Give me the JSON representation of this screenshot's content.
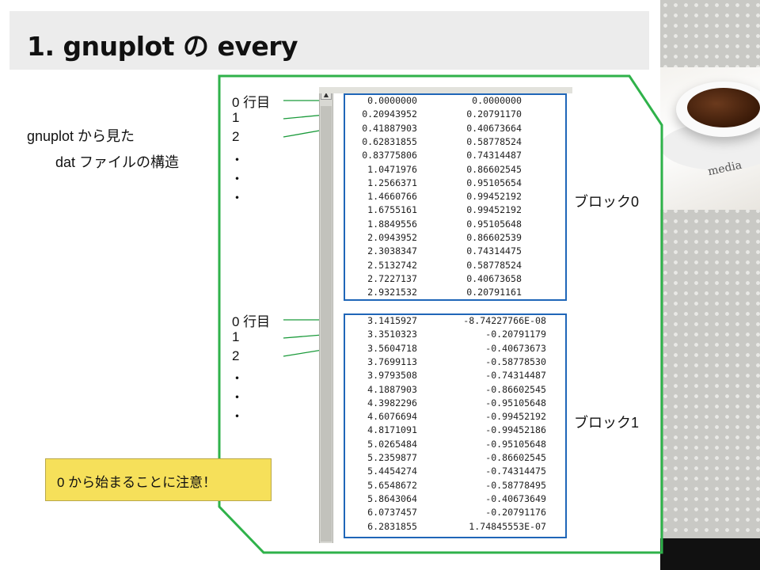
{
  "title": "1. gnuplot の every",
  "side_text": {
    "line1": "gnuplot から見た",
    "line2": "dat ファイルの構造"
  },
  "row_labels_0": [
    "0 行目",
    "1",
    "2"
  ],
  "row_labels_1": [
    "0 行目",
    "1",
    "2"
  ],
  "dots": [
    "・",
    "・",
    "・"
  ],
  "block_labels": {
    "block0": "ブロック0",
    "block1": "ブロック1"
  },
  "note": "0 から始まることに注意！",
  "deco_text": "media",
  "colors": {
    "frame": "#2fb24a",
    "block_border": "#1f66b8",
    "arrow": "#1a9a3a",
    "note_bg": "#f6e05a"
  },
  "block0_rows": [
    [
      "0.0000000",
      "0.0000000"
    ],
    [
      "0.20943952",
      "0.20791170"
    ],
    [
      "0.41887903",
      "0.40673664"
    ],
    [
      "0.62831855",
      "0.58778524"
    ],
    [
      "0.83775806",
      "0.74314487"
    ],
    [
      "1.0471976",
      "0.86602545"
    ],
    [
      "1.2566371",
      "0.95105654"
    ],
    [
      "1.4660766",
      "0.99452192"
    ],
    [
      "1.6755161",
      "0.99452192"
    ],
    [
      "1.8849556",
      "0.95105648"
    ],
    [
      "2.0943952",
      "0.86602539"
    ],
    [
      "2.3038347",
      "0.74314475"
    ],
    [
      "2.5132742",
      "0.58778524"
    ],
    [
      "2.7227137",
      "0.40673658"
    ],
    [
      "2.9321532",
      "0.20791161"
    ]
  ],
  "block1_rows": [
    [
      "3.1415927",
      "-8.74227766E-08"
    ],
    [
      "3.3510323",
      "-0.20791179"
    ],
    [
      "3.5604718",
      "-0.40673673"
    ],
    [
      "3.7699113",
      "-0.58778530"
    ],
    [
      "3.9793508",
      "-0.74314487"
    ],
    [
      "4.1887903",
      "-0.86602545"
    ],
    [
      "4.3982296",
      "-0.95105648"
    ],
    [
      "4.6076694",
      "-0.99452192"
    ],
    [
      "4.8171091",
      "-0.99452186"
    ],
    [
      "5.0265484",
      "-0.95105648"
    ],
    [
      "5.2359877",
      "-0.86602545"
    ],
    [
      "5.4454274",
      "-0.74314475"
    ],
    [
      "5.6548672",
      "-0.58778495"
    ],
    [
      "5.8643064",
      "-0.40673649"
    ],
    [
      "6.0737457",
      "-0.20791176"
    ],
    [
      "6.2831855",
      "1.74845553E-07"
    ]
  ]
}
